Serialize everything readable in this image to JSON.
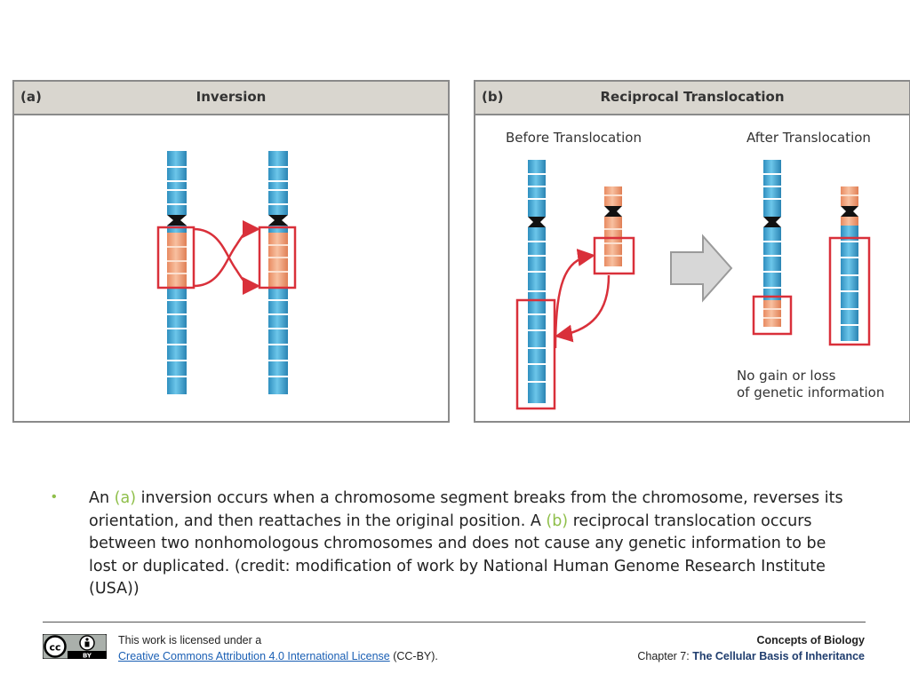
{
  "panel_a": {
    "letter": "(a)",
    "title": "Inversion"
  },
  "panel_b": {
    "letter": "(b)",
    "title": "Reciprocal Translocation",
    "before_label": "Before Translocation",
    "after_label": "After Translocation",
    "note_line1": "No gain or loss",
    "note_line2": "of genetic information"
  },
  "caption": {
    "t1": "An ",
    "a_ref": "(a)",
    "t2": " inversion occurs when a chromosome segment breaks from the chromosome, reverses its orientation, and then reattaches in the original position. A ",
    "b_ref": "(b)",
    "t3": " reciprocal translocation occurs between two nonhomologous chromosomes and does not cause any genetic information to be lost or duplicated. (credit: modification of work by National Human Genome Research Institute (USA))"
  },
  "footer": {
    "license_prefix": "This work is licensed under a",
    "license_link": "Creative Commons Attribution 4.0 International License",
    "license_suffix": " (CC-BY).",
    "book_title": "Concepts of Biology",
    "chapter_prefix": "Chapter 7: ",
    "chapter_name": "The Cellular Basis of Inheritance",
    "cc_logo_text": "cc",
    "cc_by_text": "BY"
  },
  "colors": {
    "chromosome_blue": "#3ba3d0",
    "segment_orange": "#f0a07a",
    "highlight_red": "#d9303a",
    "arrow_gray": "#d7d7d7",
    "accent_green": "#8fbf4a",
    "link_blue": "#1a5fb4"
  }
}
